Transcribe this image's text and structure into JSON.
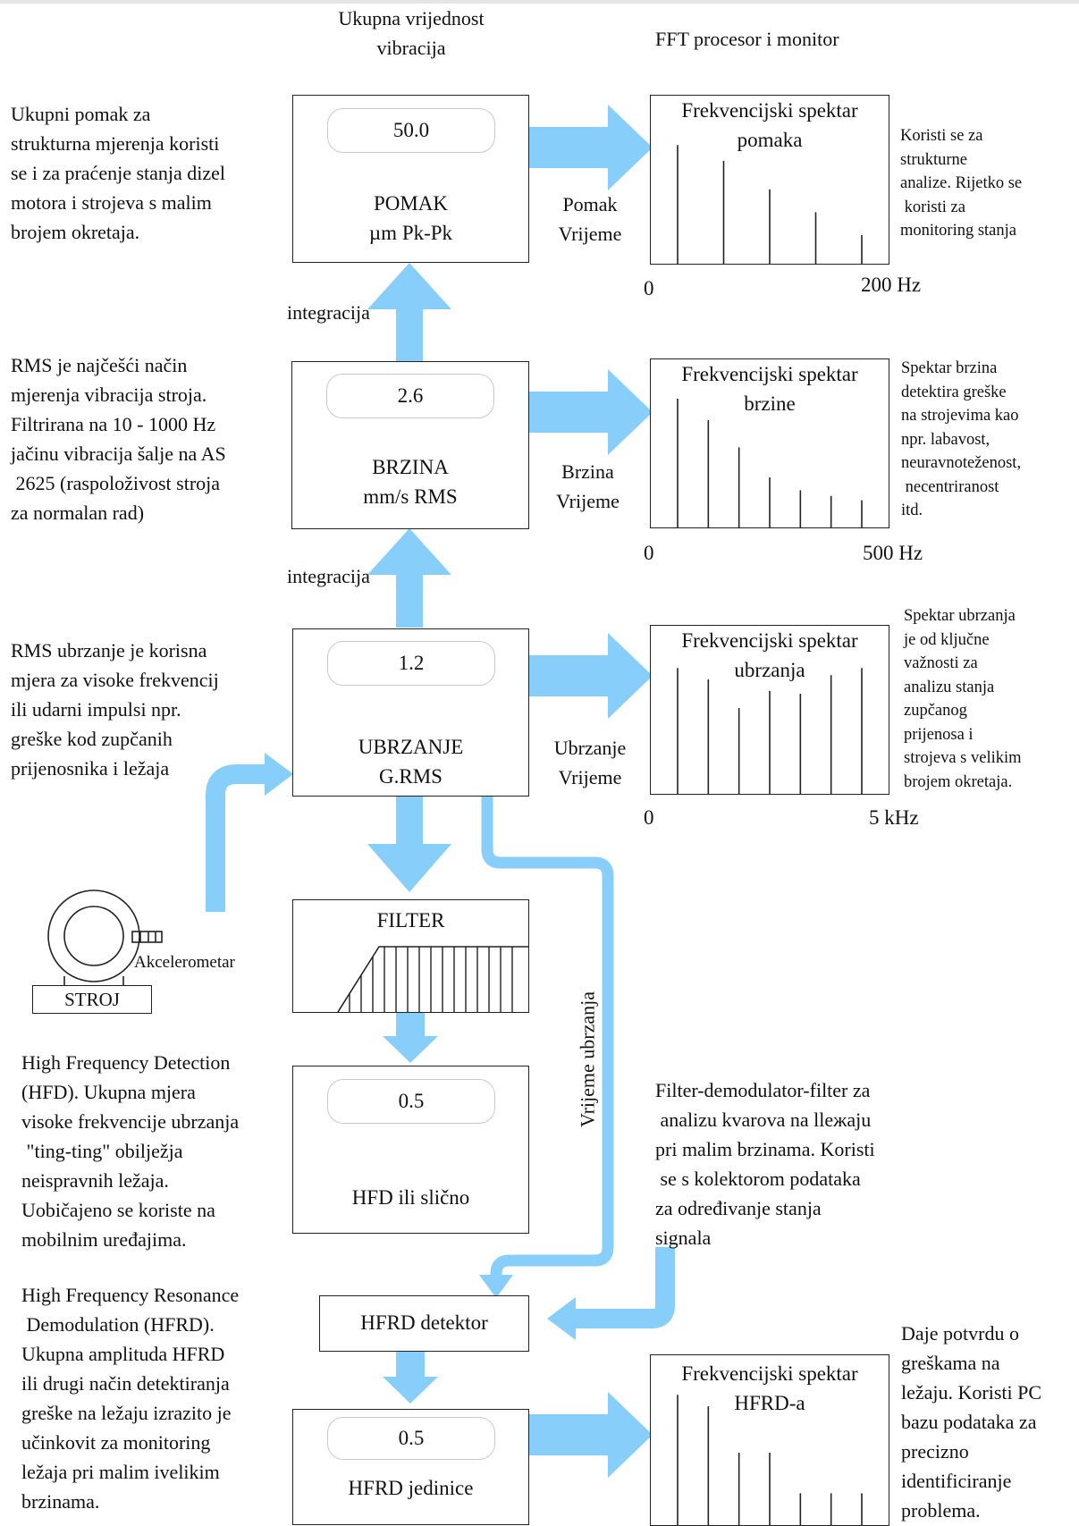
{
  "headers": {
    "overall": "Ukupna vrijednost\nvibracija",
    "fft": "FFT procesor i monitor"
  },
  "rows": {
    "pomak": {
      "value": "50.0",
      "label": "POMAK\nµm Pk-Pk",
      "desc": "Ukupni pomak za\nstrukturna mjerenja koristi\nse i za praćenje stanja dizel\nmotora i strojeva s malim\nbrojem okretaja.",
      "arrow_label": "Pomak\nVrijeme",
      "spectrum_title": "Frekvencijski spektar\npomaka",
      "spectrum_lines": [
        0.83,
        0.72,
        0.52,
        0.36,
        0.2
      ],
      "axis_start": "0",
      "axis_end": "200 Hz",
      "note": "Koristi se za\nstrukturne\nanalize. Rijetko se\n koristi za\nmonitoring stanja"
    },
    "brzina": {
      "value": "2.6",
      "label": "BRZINA\nmm/s RMS",
      "desc": "RMS je najčešći način\nmjerenja vibracija stroja.\nFiltrirana na 10 - 1000 Hz\njačinu vibracija šalje na AS\n 2625 (raspoloživost stroja\nza normalan rad)",
      "arrow_label": "Brzina\nVrijeme",
      "spectrum_title": "Frekvencijski spektar\nbrzine",
      "spectrum_lines": [
        0.9,
        0.75,
        0.56,
        0.35,
        0.26,
        0.22,
        0.19
      ],
      "axis_start": "0",
      "axis_end": "500 Hz",
      "note": "Spektar brzina\ndetektira greške\nna strojevima kao\nnpr. labavost,\nneuravnoteženost,\n necentriranost\nitd."
    },
    "ubrzanje": {
      "value": "1.2",
      "label": "UBRZANJE\nG.RMS",
      "desc": "RMS ubrzanje je korisna\nmjera za visoke frekvencij\nili udarni impulsi npr.\ngreške kod zupčanih\nprijenosnika i ležaja",
      "arrow_label": "Ubrzanje\nVrijeme",
      "spectrum_title": "Frekvencijski spektar\nubrzanja",
      "spectrum_lines": [
        0.88,
        0.8,
        0.6,
        0.72,
        0.7,
        0.83,
        0.88
      ],
      "axis_start": "0",
      "axis_end": "5 kHz",
      "note": "Spektar ubrzanja\nje od ključne\nvažnosti za\nanalizu stanja\nzupčanog\nprijenosa i\nstrojeva s velikim\nbrojem okretaja."
    }
  },
  "integration_label_1": "integracija",
  "integration_label_2": "integracija",
  "machine": {
    "stroj": "STROJ",
    "sensor": "Akcelerometar"
  },
  "filter": {
    "label": "FILTER"
  },
  "hfd": {
    "value": "0.5",
    "label": "HFD ili slično",
    "desc": "High Frequency Detection\n(HFD). Ukupna mjera\nvisoke frekvencije ubrzanja\n \"ting-ting\" obilježja\nneispravnih ležaja.\nUobičajeno se koriste na\nmobilnim uređajima."
  },
  "time_accel_label": "Vrijeme ubrzanja",
  "fdf_note": "Filter-demodulator-filter za\n analizu kvarova na llежaju\npri malim brzinama. Koristi\n se s kolektorom podataka\nza određivanje stanja\nsignala",
  "hfrd": {
    "detector": "HFRD detektor",
    "value": "0.5",
    "unit_label": "HFRD jedinice",
    "desc": "High Frequency Resonance\n Demodulation (HFRD).\nUkupna amplituda HFRD\nili drugi način detektiranja\ngreške na ležaju izrazito je\nučinkovit za monitoring\nležaja pri malim ivelikim\nbrzinama.",
    "spectrum_title": "Frekvencijski spektar\nHFRD-a",
    "spectrum_lines": [
      0.9,
      0.82,
      0.5,
      0.5,
      0.22,
      0.22,
      0.22
    ],
    "note": "Daje potvrdu o\ngreškama na\nležaju. Koristi PC\nbazu podataka za\nprecizno\nidentificiranje\nproblema."
  },
  "colors": {
    "arrow": "#87cefa",
    "line": "#222222",
    "pill_border": "#c9c9c9"
  }
}
